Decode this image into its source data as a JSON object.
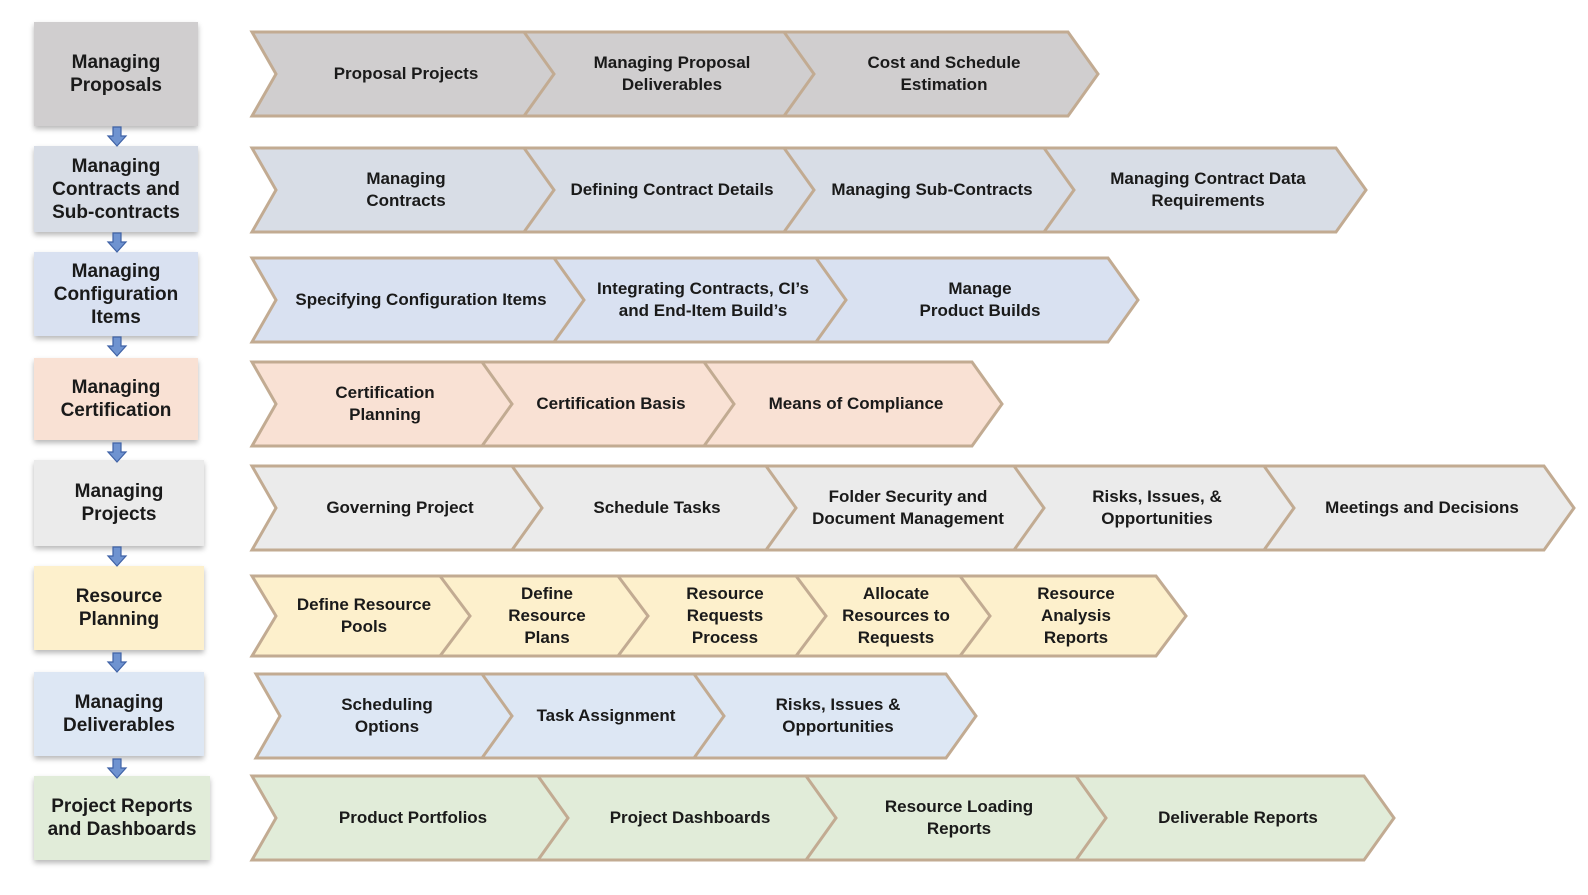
{
  "rows": [
    {
      "phase": "Managing\nProposals",
      "fill": "#d0cecf",
      "steps": [
        "Proposal Projects",
        "Managing Proposal\nDeliverables",
        "Cost and Schedule\nEstimation"
      ]
    },
    {
      "phase": "Managing\nContracts and\nSub-contracts",
      "fill": "#d8dde6",
      "steps": [
        "Managing\nContracts",
        "Defining Contract Details",
        "Managing Sub-Contracts",
        "Managing Contract Data\nRequirements"
      ]
    },
    {
      "phase": "Managing\nConfiguration\nItems",
      "fill": "#d9e1f1",
      "steps": [
        "Specifying Configuration Items",
        "Integrating Contracts, CI’s\nand End-Item Build’s",
        "Manage\nProduct Builds"
      ]
    },
    {
      "phase": "Managing\nCertification",
      "fill": "#f9e1d4",
      "steps": [
        "Certification\nPlanning",
        "Certification Basis",
        "Means of Compliance"
      ]
    },
    {
      "phase": "Managing\nProjects",
      "fill": "#ebebeb",
      "steps": [
        "Governing Project",
        "Schedule Tasks",
        "Folder Security and\nDocument Management",
        "Risks, Issues, &\nOpportunities",
        "Meetings and Decisions"
      ]
    },
    {
      "phase": "Resource\nPlanning",
      "fill": "#fdf0cc",
      "steps": [
        "Define Resource\nPools",
        "Define Resource\nPlans",
        "Resource\nRequests\nProcess",
        "Allocate\nResources to\nRequests",
        "Resource\nAnalysis\nReports"
      ]
    },
    {
      "phase": "Managing\nDeliverables",
      "fill": "#dde7f4",
      "steps": [
        "Scheduling\nOptions",
        "Task Assignment",
        "Risks, Issues &\nOpportunities"
      ]
    },
    {
      "phase": "Project Reports\nand Dashboards",
      "fill": "#e1ecd9",
      "steps": [
        "Product Portfolios",
        "Project Dashboards",
        "Resource Loading\nReports",
        "Deliverable Reports"
      ]
    }
  ],
  "colors": {
    "chevron_border": "#c2ab92",
    "arrow_fill": "#6f93d0",
    "arrow_stroke": "#3f62a6"
  }
}
